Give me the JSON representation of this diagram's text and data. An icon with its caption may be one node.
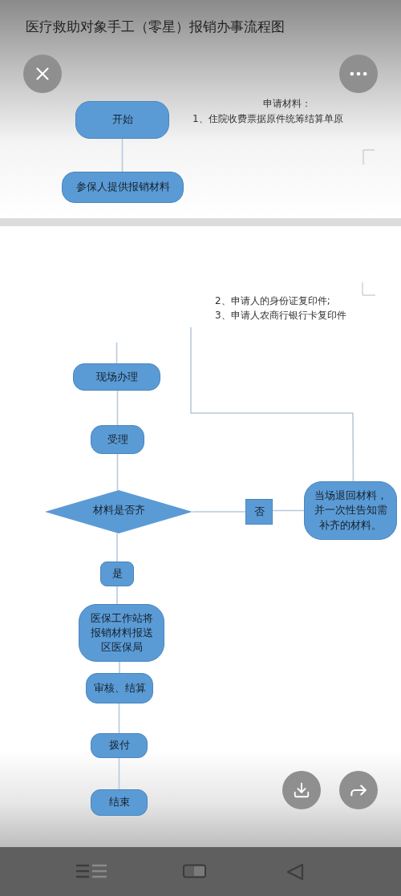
{
  "diagram": {
    "title": "医疗救助对象手工（零星）报销办事流程图",
    "nodes": [
      {
        "text": [
          "开始"
        ]
      },
      {
        "text": [
          "参保人提供报销材料"
        ]
      },
      {
        "text": [
          "2、申请人的身份证复印件;",
          "3、申请人农商行银行卡复印件"
        ]
      },
      {
        "text": [
          "现场办理"
        ]
      },
      {
        "text": [
          "受理"
        ]
      },
      {
        "text": [
          "材料是否齐"
        ]
      },
      {
        "text": [
          "否"
        ]
      },
      {
        "text": [
          "当场退回材料，并一次性告知需补齐的材料。"
        ]
      },
      {
        "text": [
          "是"
        ]
      },
      {
        "text": [
          "医保工作站将报销材料报送区医保局"
        ]
      },
      {
        "text": [
          "审核、结算"
        ]
      },
      {
        "text": [
          "拨付"
        ]
      },
      {
        "text": [
          "结束"
        ]
      }
    ],
    "edges": [
      {
        "from": 0,
        "to": 1,
        "arrow": "none"
      },
      {
        "from": null,
        "to": 3,
        "arrow": "none"
      },
      {
        "from": 3,
        "to": 4,
        "arrow": "none"
      },
      {
        "from": 4,
        "to": 5,
        "arrow": "none"
      },
      {
        "from": 5,
        "to": 6,
        "arrow": "none"
      },
      {
        "from": 6,
        "to": 7,
        "arrow": "none"
      },
      {
        "from": 2,
        "to": 7,
        "arrow": "none"
      },
      {
        "from": 5,
        "to": 8,
        "arrow": "none"
      },
      {
        "from": 8,
        "to": 9,
        "arrow": "none"
      },
      {
        "from": 9,
        "to": 10,
        "arrow": "none"
      },
      {
        "from": 10,
        "to": 11,
        "arrow": "none"
      },
      {
        "from": 11,
        "to": 12,
        "arrow": "none"
      }
    ],
    "labels": [
      "申请材料：",
      "1、住院收费票据原件统筹结算单原"
    ]
  }
}
